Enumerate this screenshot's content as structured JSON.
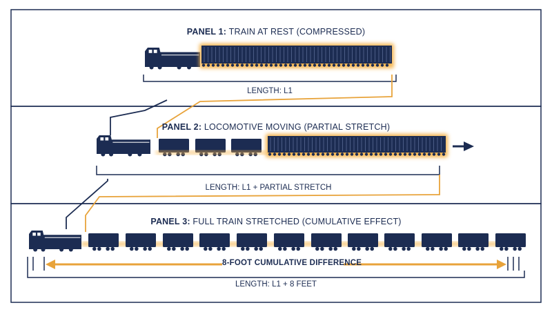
{
  "panels": [
    {
      "prefix": "PANEL 1:",
      "text": "TRAIN AT REST (COMPRESSED)",
      "length_label": "LENGTH: L1"
    },
    {
      "prefix": "PANEL 2:",
      "text": "LOCOMOTIVE MOVING (PARTIAL STRETCH)",
      "length_label": "LENGTH: L1 + PARTIAL STRETCH"
    },
    {
      "prefix": "PANEL 3:",
      "text": "FULL TRAIN STRETCHED (CUMULATIVE EFFECT)",
      "length_label": "LENGTH: L1 + 8 FEET"
    }
  ],
  "difference_label": "8-FOOT CUMULATIVE DIFFERENCE",
  "colors": {
    "navy": "#1c2c52",
    "orange": "#e8a33a",
    "glow": "#f5b24a"
  }
}
